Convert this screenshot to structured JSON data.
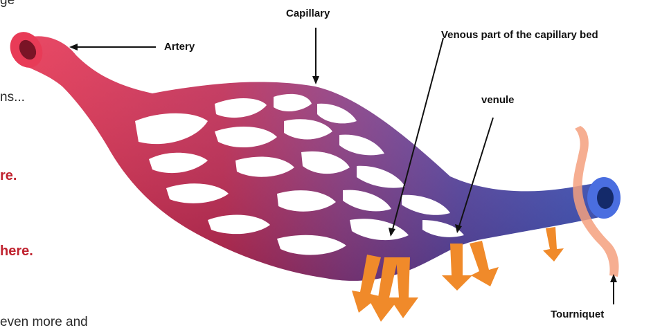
{
  "labels": {
    "capillary": "Capillary",
    "artery": "Artery",
    "venous_part": "Venous part of the capillary bed",
    "venule": "venule",
    "tourniquet": "Tourniquet"
  },
  "side_text": {
    "line1": "ge",
    "line2": "ns...",
    "line3": "re.",
    "line4": "here.",
    "line5": "even more and"
  },
  "colors": {
    "artery": "#d92a4a",
    "capillary_mid": "#9b3a7a",
    "vein": "#3f4fb0",
    "arrow": "#f08a2a",
    "tourniquet": "#f4a07e",
    "red_text": "#c0232f"
  }
}
